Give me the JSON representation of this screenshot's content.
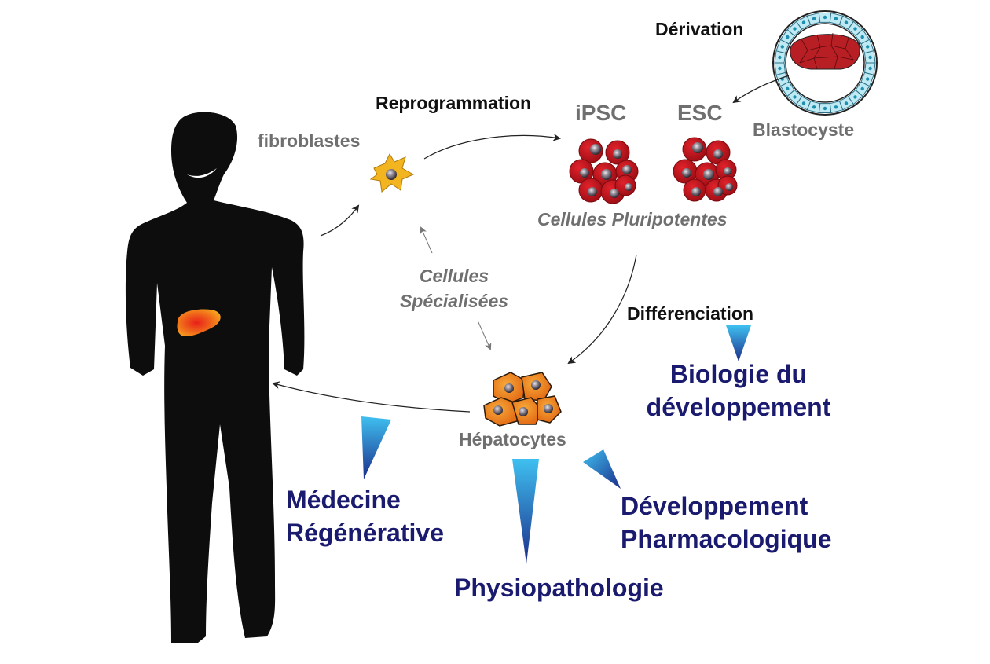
{
  "labels": {
    "derivation": "Dérivation",
    "reprogrammation": "Reprogrammation",
    "ipsc": "iPSC",
    "esc": "ESC",
    "blastocyste": "Blastocyste",
    "fibroblastes": "fibroblastes",
    "cellules_pluripotentes": "Cellules Pluripotentes",
    "cellules_specialisees_1": "Cellules",
    "cellules_specialisees_2": "Spécialisées",
    "differenciation": "Différenciation",
    "biologie_1": "Biologie du",
    "biologie_2": "développement",
    "hepatocytes": "Hépatocytes",
    "medecine_1": "Médecine",
    "medecine_2": "Régénérative",
    "developpement_1": "Développement",
    "developpement_2": "Pharmacologique",
    "physiopathologie": "Physiopathologie"
  },
  "colors": {
    "silhouette": "#0d0d0d",
    "liver": "#f07a1a",
    "fibroblast": "#f2b21a",
    "pluripotent_cell": "#c4111a",
    "hepatocyte": "#f07a1a",
    "nucleus": "#6b6470",
    "wedge_light": "#38b6ec",
    "wedge_dark": "#1c2f8c",
    "label_navy": "#1a1a6e",
    "label_grey": "#6f6f6f"
  }
}
